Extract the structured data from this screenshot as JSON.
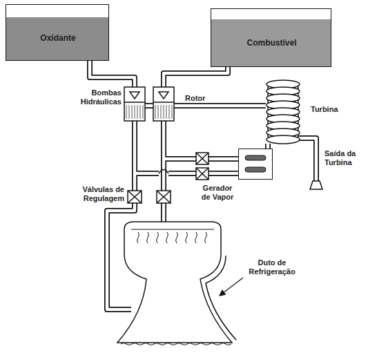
{
  "diagram": {
    "nodes": [
      {
        "text": [
          "Oxidante"
        ]
      },
      {
        "text": [
          "Combustível"
        ]
      },
      {
        "text": [
          "Turbina"
        ]
      },
      {
        "text": [
          "Gerador de Vapor"
        ]
      }
    ],
    "edges": [
      {
        "from": 3,
        "to": 2,
        "arrow": "none"
      }
    ],
    "labels": [
      "Bombas Hidráulicas",
      "Rotor",
      "Saída da Turbina",
      "Válvulas de Regulagem",
      "Duto de Refrigeração"
    ]
  }
}
